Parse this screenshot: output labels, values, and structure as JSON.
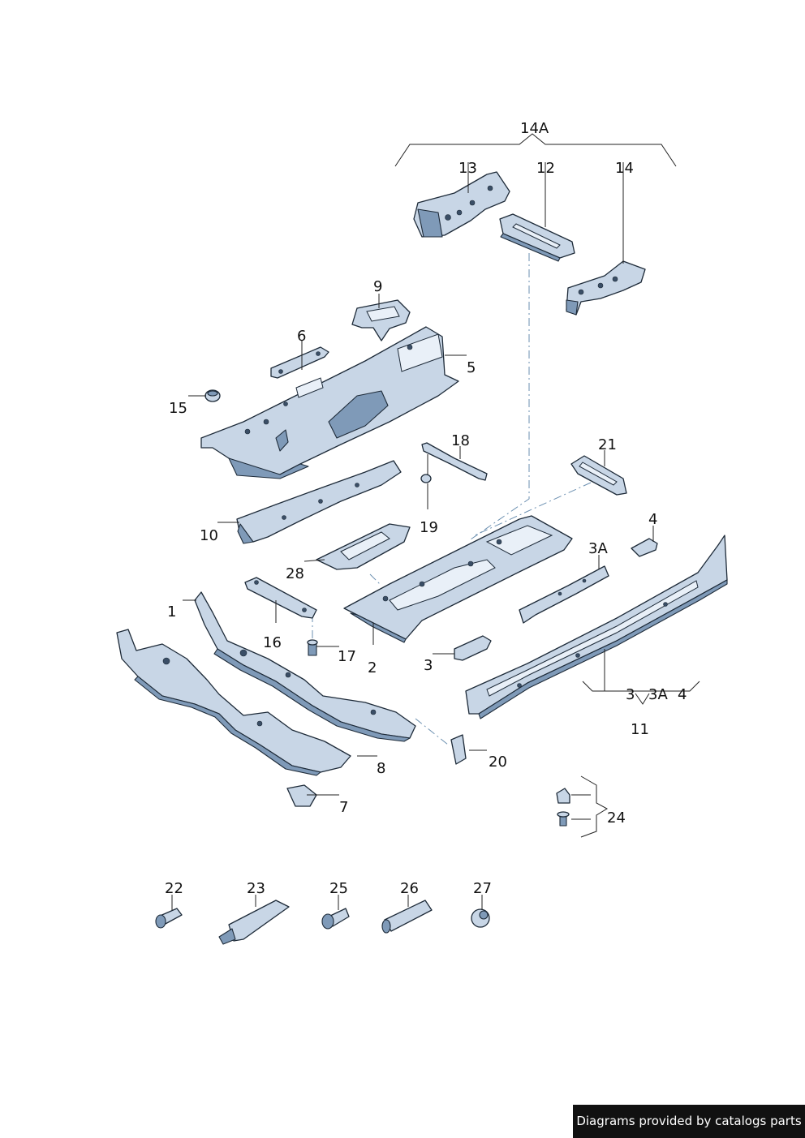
{
  "callouts": {
    "c14A": "14A",
    "c13": "13",
    "c12": "12",
    "c14": "14",
    "c9": "9",
    "c6": "6",
    "c5": "5",
    "c15": "15",
    "c18": "18",
    "c21": "21",
    "c19": "19",
    "c10": "10",
    "c4": "4",
    "c3A": "3A",
    "c28": "28",
    "c1": "1",
    "c16": "16",
    "c17": "17",
    "c2": "2",
    "c3": "3",
    "c11_3": "3",
    "c11_3A": "3A",
    "c11_4": "4",
    "c11": "11",
    "c8": "8",
    "c20": "20",
    "c7": "7",
    "c24": "24",
    "c22": "22",
    "c23": "23",
    "c25": "25",
    "c26": "26",
    "c27": "27"
  },
  "footer": {
    "text": "Diagrams provided by catalogs parts"
  },
  "colors": {
    "part_fill": "#c8d6e6",
    "part_shadow": "#7f9ab8",
    "outline": "#1d2a38",
    "dash": "#6b8fb0",
    "footer_bg": "#111111"
  }
}
